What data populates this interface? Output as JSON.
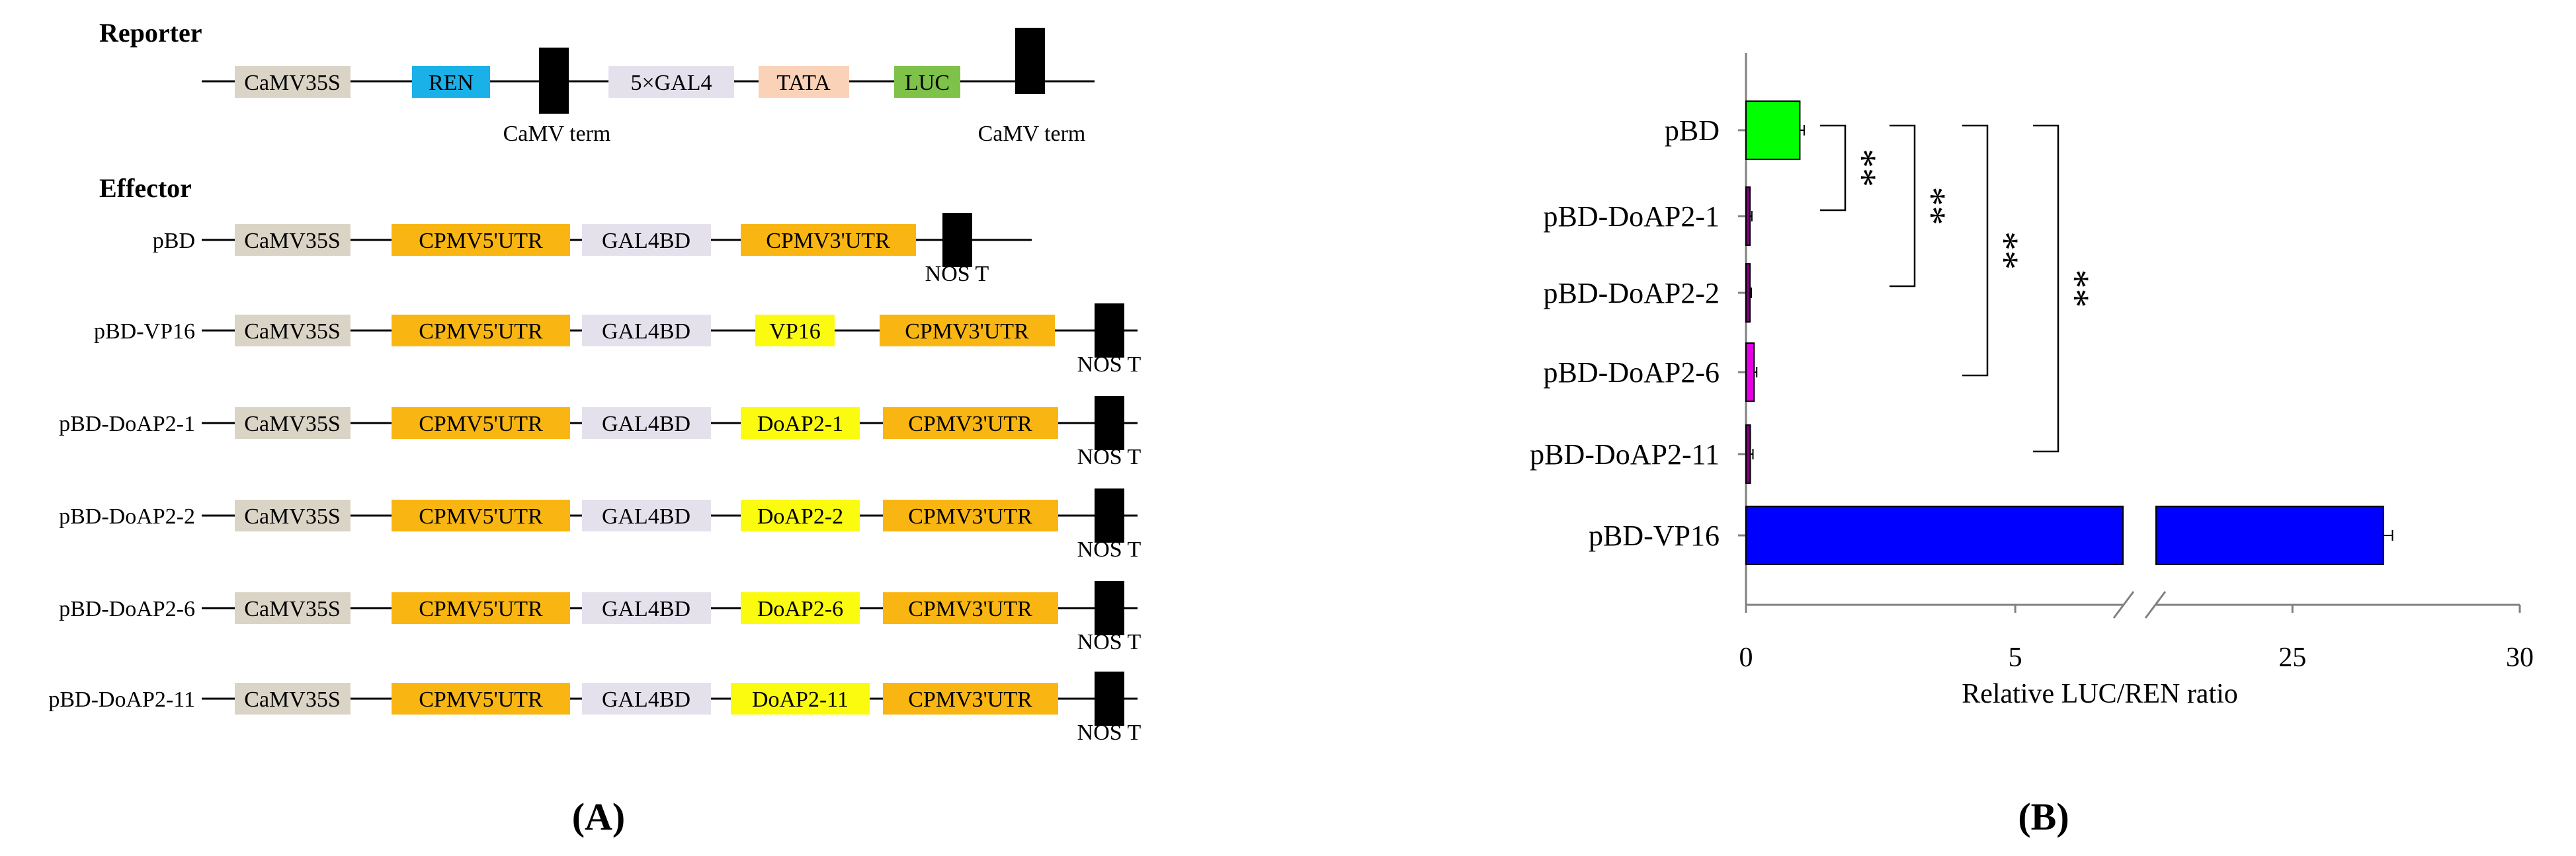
{
  "panel_a": {
    "label": "(A)",
    "reporter": {
      "heading": "Reporter",
      "elements": [
        {
          "text": "CaMV35S",
          "color": "#d9d4c5"
        },
        {
          "text": "REN",
          "color": "#1ab0e8"
        },
        {
          "text": "5×GAL4",
          "color": "#e5e1ec"
        },
        {
          "text": "TATA",
          "color": "#fad2b8"
        },
        {
          "text": "LUC",
          "color": "#7fc24a"
        }
      ],
      "terminators": [
        "CaMV term",
        "CaMV term"
      ]
    },
    "effector": {
      "heading": "Effector",
      "constructs": [
        {
          "name": "pBD",
          "insert": "",
          "terminator": "NOS T"
        },
        {
          "name": "pBD-VP16",
          "insert": "VP16",
          "terminator": "NOS T"
        },
        {
          "name": "pBD-DoAP2-1",
          "insert": "DoAP2-1",
          "terminator": "NOS T"
        },
        {
          "name": "pBD-DoAP2-2",
          "insert": "DoAP2-2",
          "terminator": "NOS T"
        },
        {
          "name": "pBD-DoAP2-6",
          "insert": "DoAP2-6",
          "terminator": "NOS T"
        },
        {
          "name": "pBD-DoAP2-11",
          "insert": "DoAP2-11",
          "terminator": "NOS T"
        }
      ],
      "common_parts": {
        "promoter": "CaMV35S",
        "utr5": "CPMV5'UTR",
        "bd": "GAL4BD",
        "utr3": "CPMV3'UTR"
      },
      "colors": {
        "promoter": "#d9d4c5",
        "utr": "#f9b613",
        "bd": "#e5e1ec",
        "insert": "#fbfb10",
        "terminator": "#000000"
      }
    }
  },
  "panel_b": {
    "label": "(B)",
    "chart_data": {
      "type": "bar",
      "orientation": "horizontal",
      "categories": [
        "pBD",
        "pBD-DoAP2-1",
        "pBD-DoAP2-2",
        "pBD-DoAP2-6",
        "pBD-DoAP2-11",
        "pBD-VP16"
      ],
      "values": [
        1.0,
        0.06,
        0.05,
        0.15,
        0.08,
        27.0
      ],
      "errors": [
        0.08,
        0.01,
        0.01,
        0.02,
        0.01,
        0.2
      ],
      "colors": [
        "#00ff00",
        "#800080",
        "#800080",
        "#e600e6",
        "#800080",
        "#0000ff"
      ],
      "xlabel": "Relative LUC/REN ratio",
      "xticks": [
        "0",
        "5",
        "25",
        "30"
      ],
      "axis_break": [
        7,
        22
      ],
      "xlim": [
        0,
        30
      ],
      "significance": [
        {
          "from": "pBD",
          "to": "pBD-DoAP2-1",
          "label": "**"
        },
        {
          "from": "pBD",
          "to": "pBD-DoAP2-2",
          "label": "**"
        },
        {
          "from": "pBD",
          "to": "pBD-DoAP2-6",
          "label": "**"
        },
        {
          "from": "pBD",
          "to": "pBD-DoAP2-11",
          "label": "**"
        }
      ]
    }
  }
}
